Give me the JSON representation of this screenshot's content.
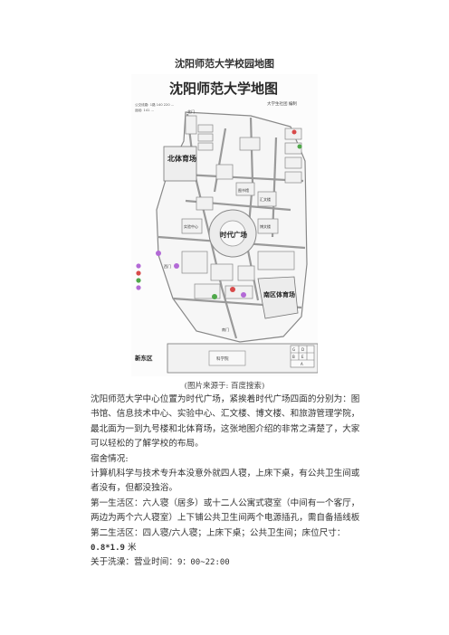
{
  "document": {
    "title": "沈阳师范大学校园地图",
    "caption": "(图片来源于: 百度搜索)",
    "paragraphs": {
      "intro_a": "沈阳师范大学中心位置为时代广场，紧挨着时代广场四面的分别为：图书馆、信息技术中心、实验中心、汇文楼、博文楼、和旅游管理学院，最北面为一到九号楼和北体育场，这张地图介绍的非常之清楚了",
      "intro_b": "，大家可以轻松的了解学校的布局。",
      "dorm_heading": "宿舍情况:",
      "cs_a": "计算机科学与技术专升本没意外就四人寝，上床下桌，有公共卫生间或者没有，",
      "cs_b": "但都没独浴。",
      "life1": "第一生活区：六人寝（居多）或十二人公寓式寝室（中间有一个客厅，两边为两个六人寝室）上下铺公共卫生间两个电源插孔，需自备插线板",
      "life2_a": "第二生活区：四人寝/六人寝；上床下桌；公共卫生间；床位尺寸：",
      "life2_size": "0.8*1.9",
      "life2_unit": " 米",
      "bath_a": "关于洗澡：营业时间：",
      "bath_time": "9：00~22:00"
    }
  },
  "map": {
    "title": "沈阳师范大学地图",
    "subtitle": "大学生社团 编制",
    "legend_lines": [
      "公交线路: 1路 140 220 ...",
      "途经: 141 ..."
    ],
    "labels": {
      "north_gym": "北体育场",
      "times_square": "时代广场",
      "south_gym": "南区体育场",
      "new_east": "新东区",
      "college": "科学院",
      "library": "图书馆",
      "hall": "汇文楼",
      "bowen": "博文楼",
      "experiment": "实验中心",
      "gate_north": "北门",
      "gate_south": "南门",
      "gate_west": "西门",
      "bldg_g": "G",
      "bldg_d": "D",
      "bldg_b": "B",
      "bldg_e": "E",
      "bldg_a": "A"
    },
    "colors": {
      "road": "#9a9a9a",
      "block": "#f0f0f0",
      "purple": "#b36ad6",
      "red": "#d84a4a",
      "green": "#4fa84a"
    }
  }
}
